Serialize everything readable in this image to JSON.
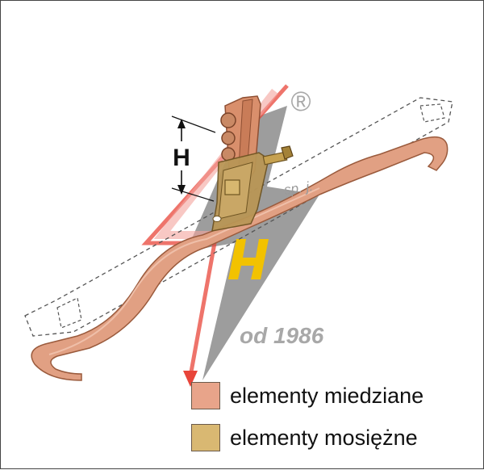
{
  "dimension": {
    "label": "H"
  },
  "watermark": {
    "year_text": "od 1986",
    "company_suffix": "sp. j.",
    "registered_mark": "®"
  },
  "legend": {
    "items": [
      {
        "label": "elementy miedziane",
        "color": "#e8a48a"
      },
      {
        "label": "elementy mosiężne",
        "color": "#d9b872"
      }
    ]
  },
  "colors": {
    "copper": "#d98f6c",
    "copper_dark": "#a85f3f",
    "brass": "#c9a35a",
    "logo_red": "#e5312b",
    "logo_gray": "#8a8a8a",
    "logo_yellow": "#f2c200"
  }
}
